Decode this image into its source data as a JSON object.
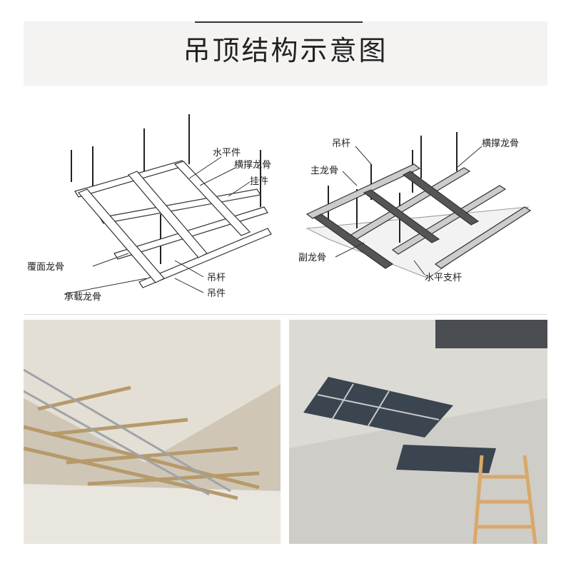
{
  "title": "吊顶结构示意图",
  "left_diagram": {
    "labels": [
      "水平件",
      "横撑龙骨",
      "挂件",
      "覆面龙骨",
      "承载龙骨",
      "吊杆",
      "吊件"
    ]
  },
  "right_diagram": {
    "labels": [
      "吊杆",
      "横撑龙骨",
      "主龙骨",
      "副龙骨",
      "水平支杆"
    ]
  }
}
